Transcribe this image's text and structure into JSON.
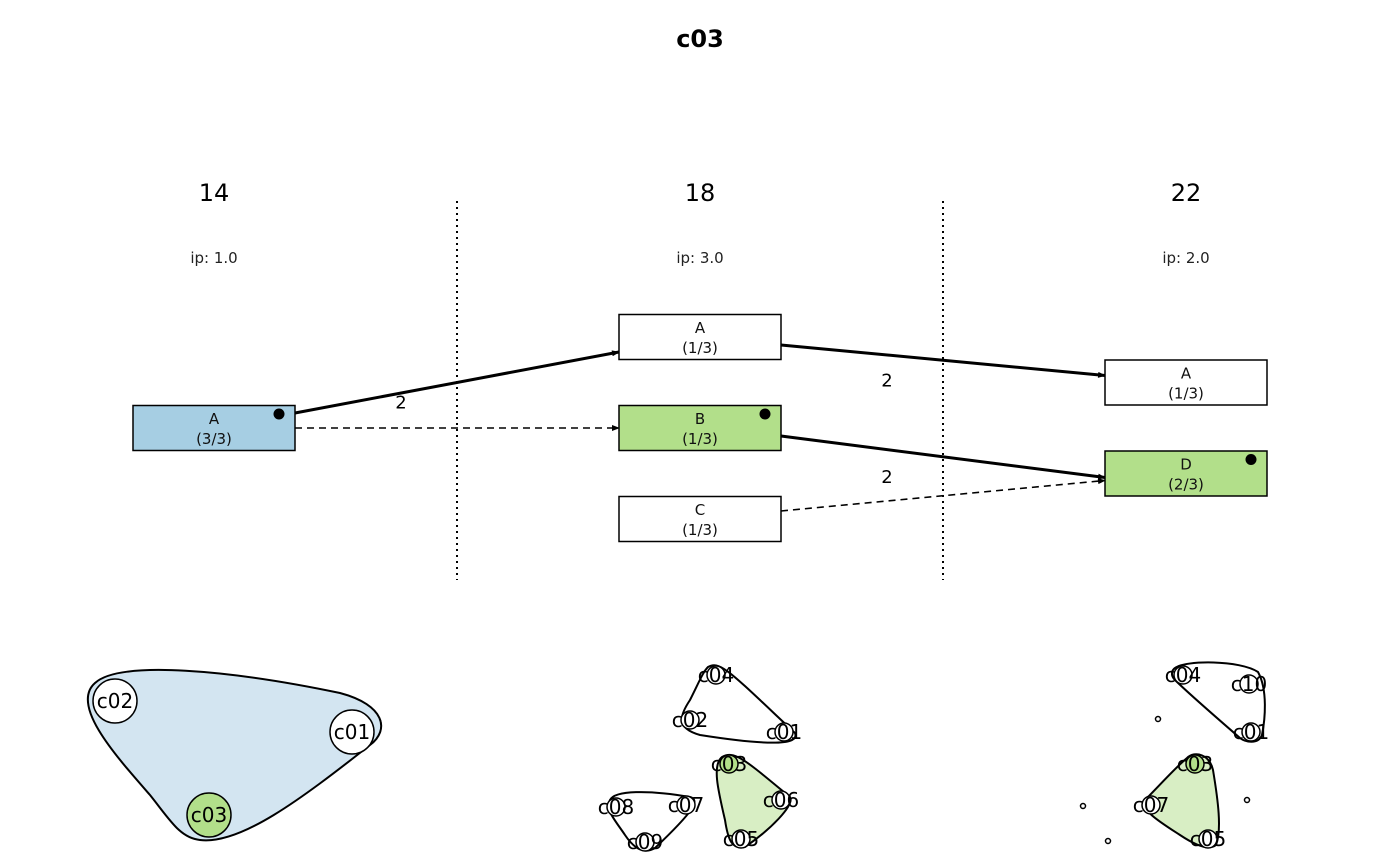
{
  "title": "c03",
  "colors": {
    "blue_fill": "#a6cee3",
    "green_fill": "#b2df8a",
    "hull_blue": "#d3e5f1",
    "hull_green": "#d8eec4",
    "white": "#ffffff",
    "stroke": "#000000"
  },
  "columns": [
    {
      "step": "14",
      "ip": "ip: 1.0"
    },
    {
      "step": "18",
      "ip": "ip: 3.0"
    },
    {
      "step": "22",
      "ip": "ip: 2.0"
    }
  ],
  "boxes": [
    {
      "id": "c0A",
      "col": 0,
      "row": 1,
      "name": "A",
      "frac": "(3/3)",
      "fill": "blue",
      "marker": true
    },
    {
      "id": "c1A",
      "col": 1,
      "row": 0,
      "name": "A",
      "frac": "(1/3)",
      "fill": "white",
      "marker": false
    },
    {
      "id": "c1B",
      "col": 1,
      "row": 1,
      "name": "B",
      "frac": "(1/3)",
      "fill": "green",
      "marker": true
    },
    {
      "id": "c1C",
      "col": 1,
      "row": 2,
      "name": "C",
      "frac": "(1/3)",
      "fill": "white",
      "marker": false
    },
    {
      "id": "c2A",
      "col": 2,
      "row": 0.5,
      "name": "A",
      "frac": "(1/3)",
      "fill": "white",
      "marker": false
    },
    {
      "id": "c2D",
      "col": 2,
      "row": 1.5,
      "name": "D",
      "frac": "(2/3)",
      "fill": "green",
      "marker": true
    }
  ],
  "edges": [
    {
      "from": "c0A",
      "to": "c1A",
      "style": "solid",
      "label": "2"
    },
    {
      "from": "c0A",
      "to": "c1B",
      "style": "dashed",
      "label": ""
    },
    {
      "from": "c1A",
      "to": "c2A",
      "style": "solid",
      "label": "2"
    },
    {
      "from": "c1B",
      "to": "c2D",
      "style": "solid",
      "label": "2"
    },
    {
      "from": "c1C",
      "to": "c2D",
      "style": "dashed",
      "label": ""
    }
  ],
  "graphs": [
    {
      "hulls": [
        {
          "fill": "blue",
          "nodes": [
            "c02",
            "c01",
            "c03"
          ]
        }
      ],
      "nodes": [
        {
          "label": "c02",
          "fill": "white"
        },
        {
          "label": "c01",
          "fill": "white"
        },
        {
          "label": "c03",
          "fill": "green"
        }
      ]
    },
    {
      "hulls": [
        {
          "fill": "none",
          "nodes": [
            "c04",
            "c01",
            "c02"
          ]
        },
        {
          "fill": "green",
          "nodes": [
            "c03",
            "c06",
            "c05"
          ]
        },
        {
          "fill": "none",
          "nodes": [
            "c08",
            "c07",
            "c09"
          ]
        }
      ],
      "nodes": [
        {
          "label": "c04",
          "fill": "white"
        },
        {
          "label": "c02",
          "fill": "white"
        },
        {
          "label": "c01",
          "fill": "white"
        },
        {
          "label": "c03",
          "fill": "green"
        },
        {
          "label": "c06",
          "fill": "white"
        },
        {
          "label": "c05",
          "fill": "white"
        },
        {
          "label": "c08",
          "fill": "white"
        },
        {
          "label": "c07",
          "fill": "white"
        },
        {
          "label": "c09",
          "fill": "white"
        }
      ]
    },
    {
      "hulls": [
        {
          "fill": "none",
          "nodes": [
            "c04",
            "c10",
            "c01"
          ]
        },
        {
          "fill": "green",
          "nodes": [
            "c03",
            "c05",
            "c07"
          ]
        }
      ],
      "nodes": [
        {
          "label": "c04",
          "fill": "white"
        },
        {
          "label": "c10",
          "fill": "white"
        },
        {
          "label": "c01",
          "fill": "white"
        },
        {
          "label": "c03",
          "fill": "green"
        },
        {
          "label": "c07",
          "fill": "white"
        },
        {
          "label": "c05",
          "fill": "white"
        }
      ],
      "dots": 4
    }
  ]
}
